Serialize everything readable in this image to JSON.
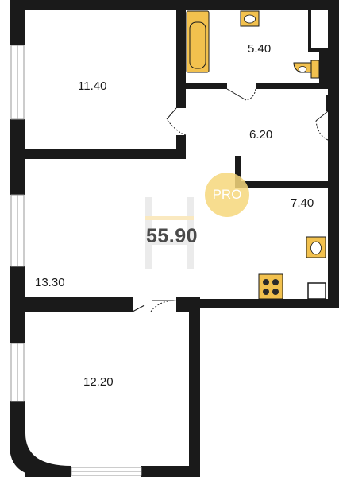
{
  "rooms": [
    {
      "id": "room-1",
      "area": "11.40"
    },
    {
      "id": "bathroom",
      "area": "5.40"
    },
    {
      "id": "hallway",
      "area": "6.20"
    },
    {
      "id": "kitchen",
      "area": "7.40"
    },
    {
      "id": "living",
      "area": "13.30"
    },
    {
      "id": "room-2",
      "area": "12.20"
    }
  ],
  "total_area": "55.90",
  "badge": {
    "text": "PRO"
  },
  "colors": {
    "wall": "#1a1a1a",
    "fixture": "#f2c14e",
    "badge": "#f6d87c",
    "window": "#d9d9d9"
  }
}
